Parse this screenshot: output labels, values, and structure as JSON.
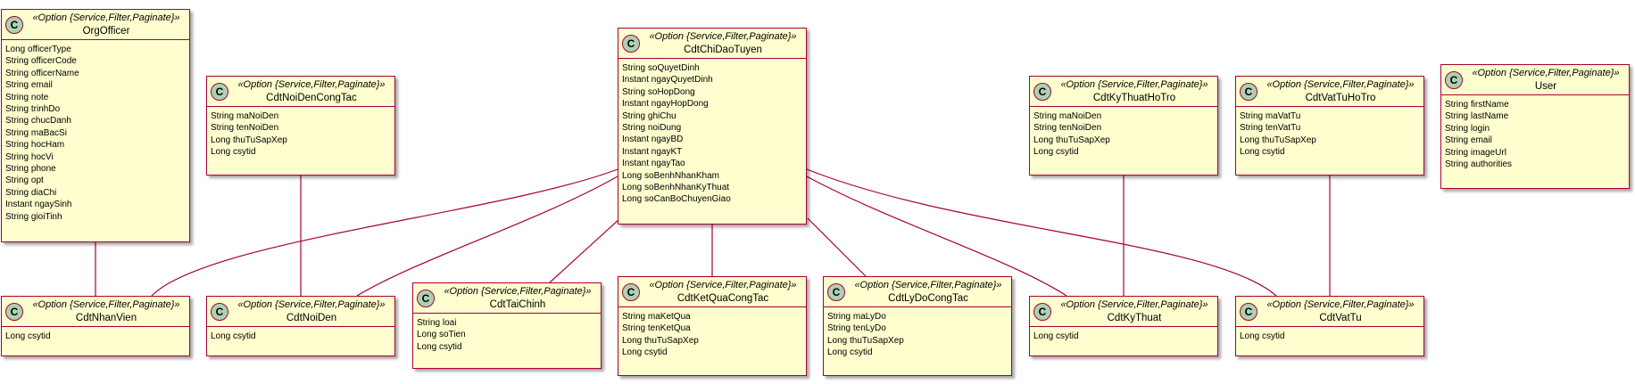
{
  "badge_letter": "C",
  "colors": {
    "class_background": "#fefece",
    "class_border": "#a80036",
    "badge_fill": "#add1b2",
    "edge": "#a80036"
  },
  "classes": {
    "orgofficer": {
      "stereotype": "«Option {Service,Filter,Paginate}»",
      "name": "OrgOfficer",
      "fields": [
        "Long officerType",
        "String officerCode",
        "String officerName",
        "String email",
        "String note",
        "String trinhDo",
        "String chucDanh",
        "String maBacSi",
        "String hocHam",
        "String hocVi",
        "String phone",
        "String opt",
        "String diaChi",
        "Instant ngaySinh",
        "String gioiTinh"
      ]
    },
    "cdtnoidencongtac": {
      "stereotype": "«Option {Service,Filter,Paginate}»",
      "name": "CdtNoiDenCongTac",
      "fields": [
        "String maNoiDen",
        "String tenNoiDen",
        "Long thuTuSapXep",
        "Long csytid"
      ]
    },
    "cdtchidaotuyen": {
      "stereotype": "«Option {Service,Filter,Paginate}»",
      "name": "CdtChiDaoTuyen",
      "fields": [
        "String soQuyetDinh",
        "Instant ngayQuyetDinh",
        "String soHopDong",
        "Instant ngayHopDong",
        "String ghiChu",
        "String noiDung",
        "Instant ngayBD",
        "Instant ngayKT",
        "Instant ngayTao",
        "Long soBenhNhanKham",
        "Long soBenhNhanKyThuat",
        "Long soCanBoChuyenGiao"
      ]
    },
    "cdtkythuathotro": {
      "stereotype": "«Option {Service,Filter,Paginate}»",
      "name": "CdtKyThuatHoTro",
      "fields": [
        "String maNoiDen",
        "String tenNoiDen",
        "Long thuTuSapXep",
        "Long csytid"
      ]
    },
    "cdtvattuhotro": {
      "stereotype": "«Option {Service,Filter,Paginate}»",
      "name": "CdtVatTuHoTro",
      "fields": [
        "String maVatTu",
        "String tenVatTu",
        "Long thuTuSapXep",
        "Long csytid"
      ]
    },
    "user": {
      "stereotype": "«Option {Service,Filter,Paginate}»",
      "name": "User",
      "fields": [
        "String firstName",
        "String lastName",
        "String login",
        "String email",
        "String imageUrl",
        "String authorities"
      ]
    },
    "cdtnhanvien": {
      "stereotype": "«Option {Service,Filter,Paginate}»",
      "name": "CdtNhanVien",
      "fields": [
        "Long csytid"
      ]
    },
    "cdtnoiden": {
      "stereotype": "«Option {Service,Filter,Paginate}»",
      "name": "CdtNoiDen",
      "fields": [
        "Long csytid"
      ]
    },
    "cdttaichinh": {
      "stereotype": "«Option {Service,Filter,Paginate}»",
      "name": "CdtTaiChinh",
      "fields": [
        "String loai",
        "Long soTien",
        "Long csytid"
      ]
    },
    "cdtketquacongtac": {
      "stereotype": "«Option {Service,Filter,Paginate}»",
      "name": "CdtKetQuaCongTac",
      "fields": [
        "String maKetQua",
        "String tenKetQua",
        "Long thuTuSapXep",
        "Long csytid"
      ]
    },
    "cdtlydocongtac": {
      "stereotype": "«Option {Service,Filter,Paginate}»",
      "name": "CdtLyDoCongTac",
      "fields": [
        "String maLyDo",
        "String tenLyDo",
        "Long thuTuSapXep",
        "Long csytid"
      ]
    },
    "cdtkythuat": {
      "stereotype": "«Option {Service,Filter,Paginate}»",
      "name": "CdtKyThuat",
      "fields": [
        "Long csytid"
      ]
    },
    "cdtvattu": {
      "stereotype": "«Option {Service,Filter,Paginate}»",
      "name": "CdtVatTu",
      "fields": [
        "Long csytid"
      ]
    }
  }
}
